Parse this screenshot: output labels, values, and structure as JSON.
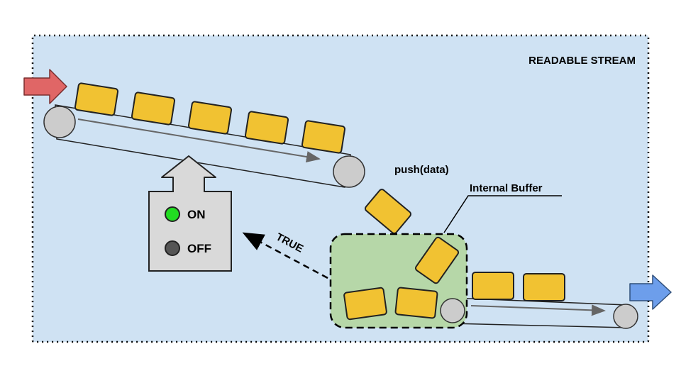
{
  "diagram": {
    "stream_label": "READABLE STREAM",
    "push_label": "push(data)",
    "buffer_label": "Internal Buffer",
    "signal_label": "TRUE",
    "switch": {
      "on_label": "ON",
      "off_label": "OFF",
      "on_color": "#22dd22",
      "off_color": "#555555"
    },
    "colors": {
      "stream_bg": "#cfe2f3",
      "buffer_bg": "#b6d7a8",
      "chunk": "#f1c232",
      "input_arrow": "#e06666",
      "output_arrow": "#6d9eeb",
      "roller": "#cccccc",
      "panel": "#d9d9d9"
    },
    "icons": [
      "input-arrow-icon",
      "output-arrow-icon",
      "switch-indicator-icon"
    ]
  }
}
